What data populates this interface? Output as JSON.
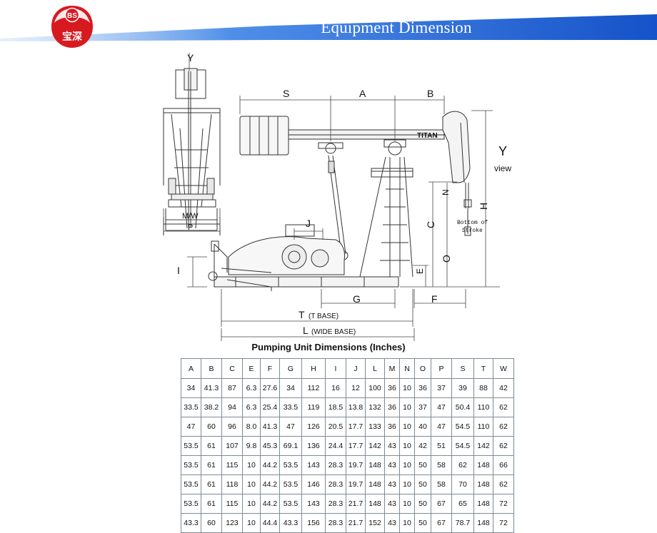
{
  "header": {
    "title": "Equipment Dimension",
    "logo_text_top": "BS",
    "logo_text_bottom": "宝深",
    "colors": {
      "bar": "#1f5fd6",
      "logo": "#d71920"
    }
  },
  "drawing": {
    "brand": "TITAN",
    "side_labels": {
      "S": "S",
      "A": "A",
      "B": "B",
      "J": "J",
      "C": "C",
      "N": "N",
      "H": "H",
      "O": "O",
      "E": "E",
      "I": "I",
      "G": "G",
      "F": "F",
      "T": "T",
      "T_note": "(T BASE)",
      "L": "L",
      "L_note": "(WIDE BASE)",
      "bottom_stroke_1": "Bottom of",
      "bottom_stroke_2": "Stroke",
      "Y": "Y",
      "view": "view"
    },
    "front_labels": {
      "Y": "Y",
      "MW": "M/W",
      "P": "P"
    }
  },
  "table": {
    "title": "Pumping Unit Dimensions (Inches)",
    "columns": [
      "A",
      "B",
      "C",
      "E",
      "F",
      "G",
      "H",
      "I",
      "J",
      "L",
      "M",
      "N",
      "O",
      "P",
      "S",
      "T",
      "W"
    ],
    "rows": [
      [
        "34",
        "41.3",
        "87",
        "6.3",
        "27.6",
        "34",
        "112",
        "16",
        "12",
        "100",
        "36",
        "10",
        "36",
        "37",
        "39",
        "88",
        "42"
      ],
      [
        "33.5",
        "38.2",
        "94",
        "6.3",
        "25.4",
        "33.5",
        "119",
        "18.5",
        "13.8",
        "132",
        "36",
        "10",
        "37",
        "47",
        "50.4",
        "110",
        "62"
      ],
      [
        "47",
        "60",
        "96",
        "8.0",
        "41.3",
        "47",
        "126",
        "20.5",
        "17.7",
        "133",
        "36",
        "10",
        "40",
        "47",
        "54.5",
        "110",
        "62"
      ],
      [
        "53.5",
        "61",
        "107",
        "9.8",
        "45.3",
        "69.1",
        "136",
        "24.4",
        "17.7",
        "142",
        "43",
        "10",
        "42",
        "51",
        "54.5",
        "142",
        "62"
      ],
      [
        "53.5",
        "61",
        "115",
        "10",
        "44.2",
        "53.5",
        "143",
        "28.3",
        "19.7",
        "148",
        "43",
        "10",
        "50",
        "58",
        "62",
        "148",
        "66"
      ],
      [
        "53.5",
        "61",
        "118",
        "10",
        "44.2",
        "53.5",
        "146",
        "28.3",
        "19.7",
        "148",
        "43",
        "10",
        "50",
        "58",
        "70",
        "148",
        "62"
      ],
      [
        "53.5",
        "61",
        "115",
        "10",
        "44.2",
        "53.5",
        "143",
        "28.3",
        "21.7",
        "148",
        "43",
        "10",
        "50",
        "67",
        "65",
        "148",
        "72"
      ],
      [
        "43.3",
        "60",
        "123",
        "10",
        "44.4",
        "43.3",
        "156",
        "28.3",
        "21.7",
        "152",
        "43",
        "10",
        "50",
        "67",
        "78.7",
        "148",
        "72"
      ]
    ]
  }
}
